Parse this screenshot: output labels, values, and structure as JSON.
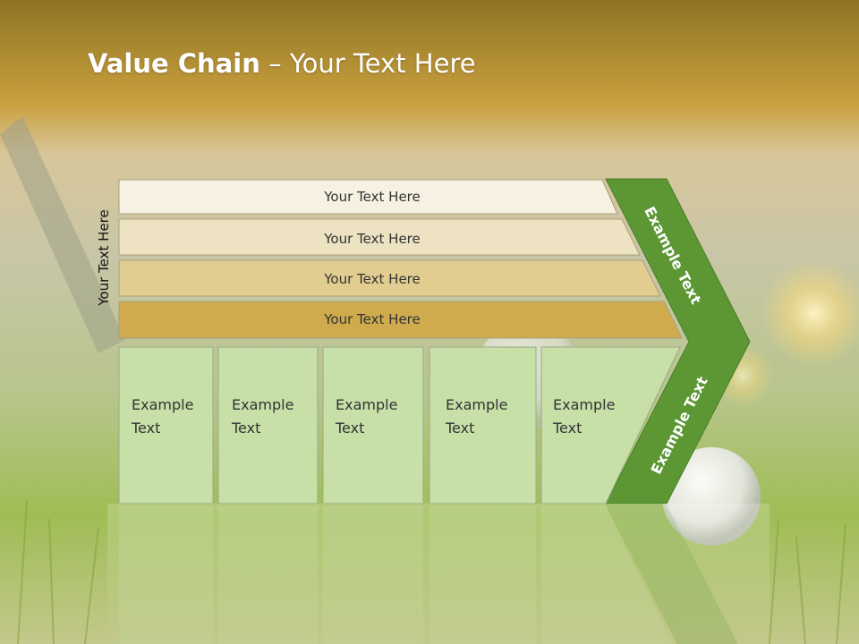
{
  "slide": {
    "title_bold": "Value Chain",
    "title_rest": " – Your Text Here",
    "side_label": "Your Text Here",
    "bands": [
      {
        "label": "Your Text Here",
        "color": "#f6f1e2"
      },
      {
        "label": "Your Text Here",
        "color": "#ede2c1"
      },
      {
        "label": "Your Text Here",
        "color": "#e2cd90"
      },
      {
        "label": "Your Text Here",
        "color": "#cfab4e"
      }
    ],
    "boxes": [
      {
        "line1": "Example",
        "line2": "Text"
      },
      {
        "line1": "Example",
        "line2": "Text"
      },
      {
        "line1": "Example",
        "line2": "Text"
      },
      {
        "line1": "Example",
        "line2": "Text"
      },
      {
        "line1": "Example",
        "line2": "Text"
      }
    ],
    "chevron_top_label": "Example Text",
    "chevron_bottom_label": "Example Text",
    "colors": {
      "header": "#b8922c",
      "green_dark": "#5c9734",
      "green_light": "#c6e0a8",
      "text": "#333333"
    }
  }
}
